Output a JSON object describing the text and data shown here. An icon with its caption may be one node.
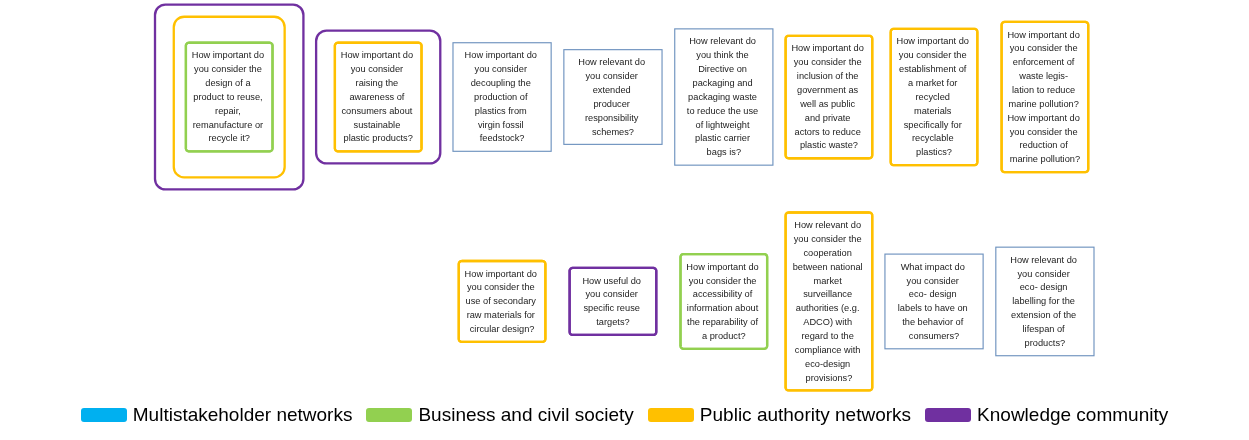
{
  "diagram": {
    "nodes": [
      {
        "text": [
          "How important do you consider decoupling the production of plastics from virgin fossil feedstock?"
        ]
      },
      {
        "text": [],
        "shape": "box"
      },
      {
        "text": [
          "How important do you consider raising the awareness of consumers about sustainable plastic products?"
        ],
        "in": 1
      },
      {
        "text": [
          "How relevant do you consider extended producer responsibility schemes?"
        ]
      },
      {
        "text": [
          "How relevant do you think the Directive on packaging and packaging waste to reduce the use of lightweight plastic carrier bags is?"
        ]
      },
      {
        "text": [
          "How important do you consider the inclusion of the government as well as public and private actors to reduce plastic waste?"
        ]
      },
      {
        "text": [
          "How important do you consider the establishment of a market for recycled materials specifically for recyclable plastics?"
        ]
      },
      {
        "text": [
          "How important do you consider the enforcement of waste legis- lation to reduce marine pollution? How important do you consider the reduction of marine pollution?"
        ]
      },
      {
        "text": [],
        "shape": "box"
      },
      {
        "text": [],
        "shape": "box",
        "in": 8
      },
      {
        "text": [
          "How important do you consider the design of a product to reuse, repair, remanufacture or recycle it?"
        ],
        "in": 9
      },
      {
        "text": [
          "How important do you consider the use of secondary raw materials for circular design?"
        ]
      },
      {
        "text": [
          "How useful do you consider specific reuse targets?"
        ]
      },
      {
        "text": [
          "How important do you consider the accessibility of information about the reparability of a product?"
        ]
      },
      {
        "text": [
          "How relevant do you consider the cooperation between national market surveillance authorities (e.g. ADCO) with regard to the compliance with eco-design provisions?"
        ]
      },
      {
        "text": [
          "What impact do you consider eco- design labels to have on the behavior of consumers?"
        ]
      },
      {
        "text": [
          "How relevant do you consider eco- design labelling for the extension of the lifespan of products?"
        ]
      }
    ],
    "edges": [],
    "legend": [
      {
        "text": "Multistakeholder networks",
        "color": "#00b0f0"
      },
      {
        "text": "Business and civil society",
        "color": "#92d050"
      },
      {
        "text": "Public authority networks",
        "color": "#ffc000"
      },
      {
        "text": "Knowledge community",
        "color": "#7030a0"
      }
    ]
  }
}
